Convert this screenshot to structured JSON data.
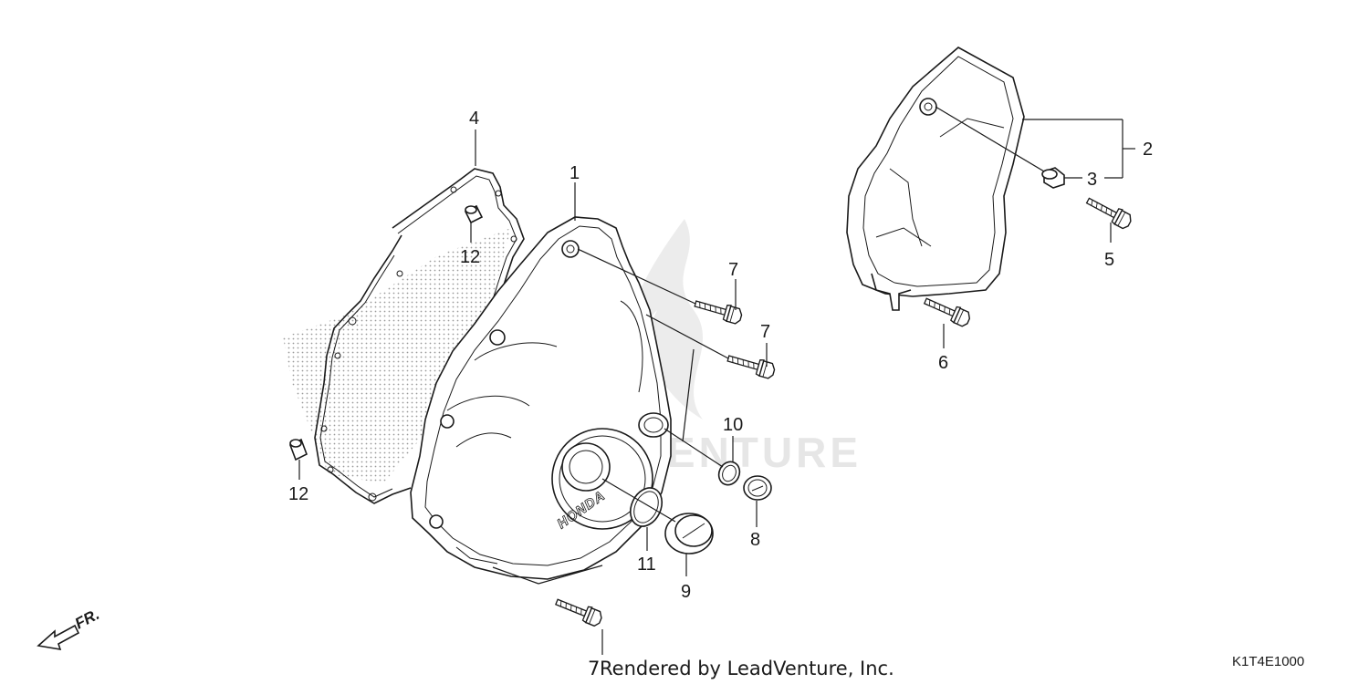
{
  "watermark": "LEADVENTURE",
  "brand_mark": "HONDA",
  "direction_label": "FR.",
  "diagram_code": "K1T4E1000",
  "footer": "Rendered by LeadVenture, Inc.",
  "callouts": {
    "c1": "1",
    "c2": "2",
    "c3": "3",
    "c4": "4",
    "c5": "5",
    "c6": "6",
    "c7a": "7",
    "c7b": "7",
    "c7c": "7",
    "c8": "8",
    "c9": "9",
    "c10": "10",
    "c11": "11",
    "c12a": "12",
    "c12b": "12"
  }
}
